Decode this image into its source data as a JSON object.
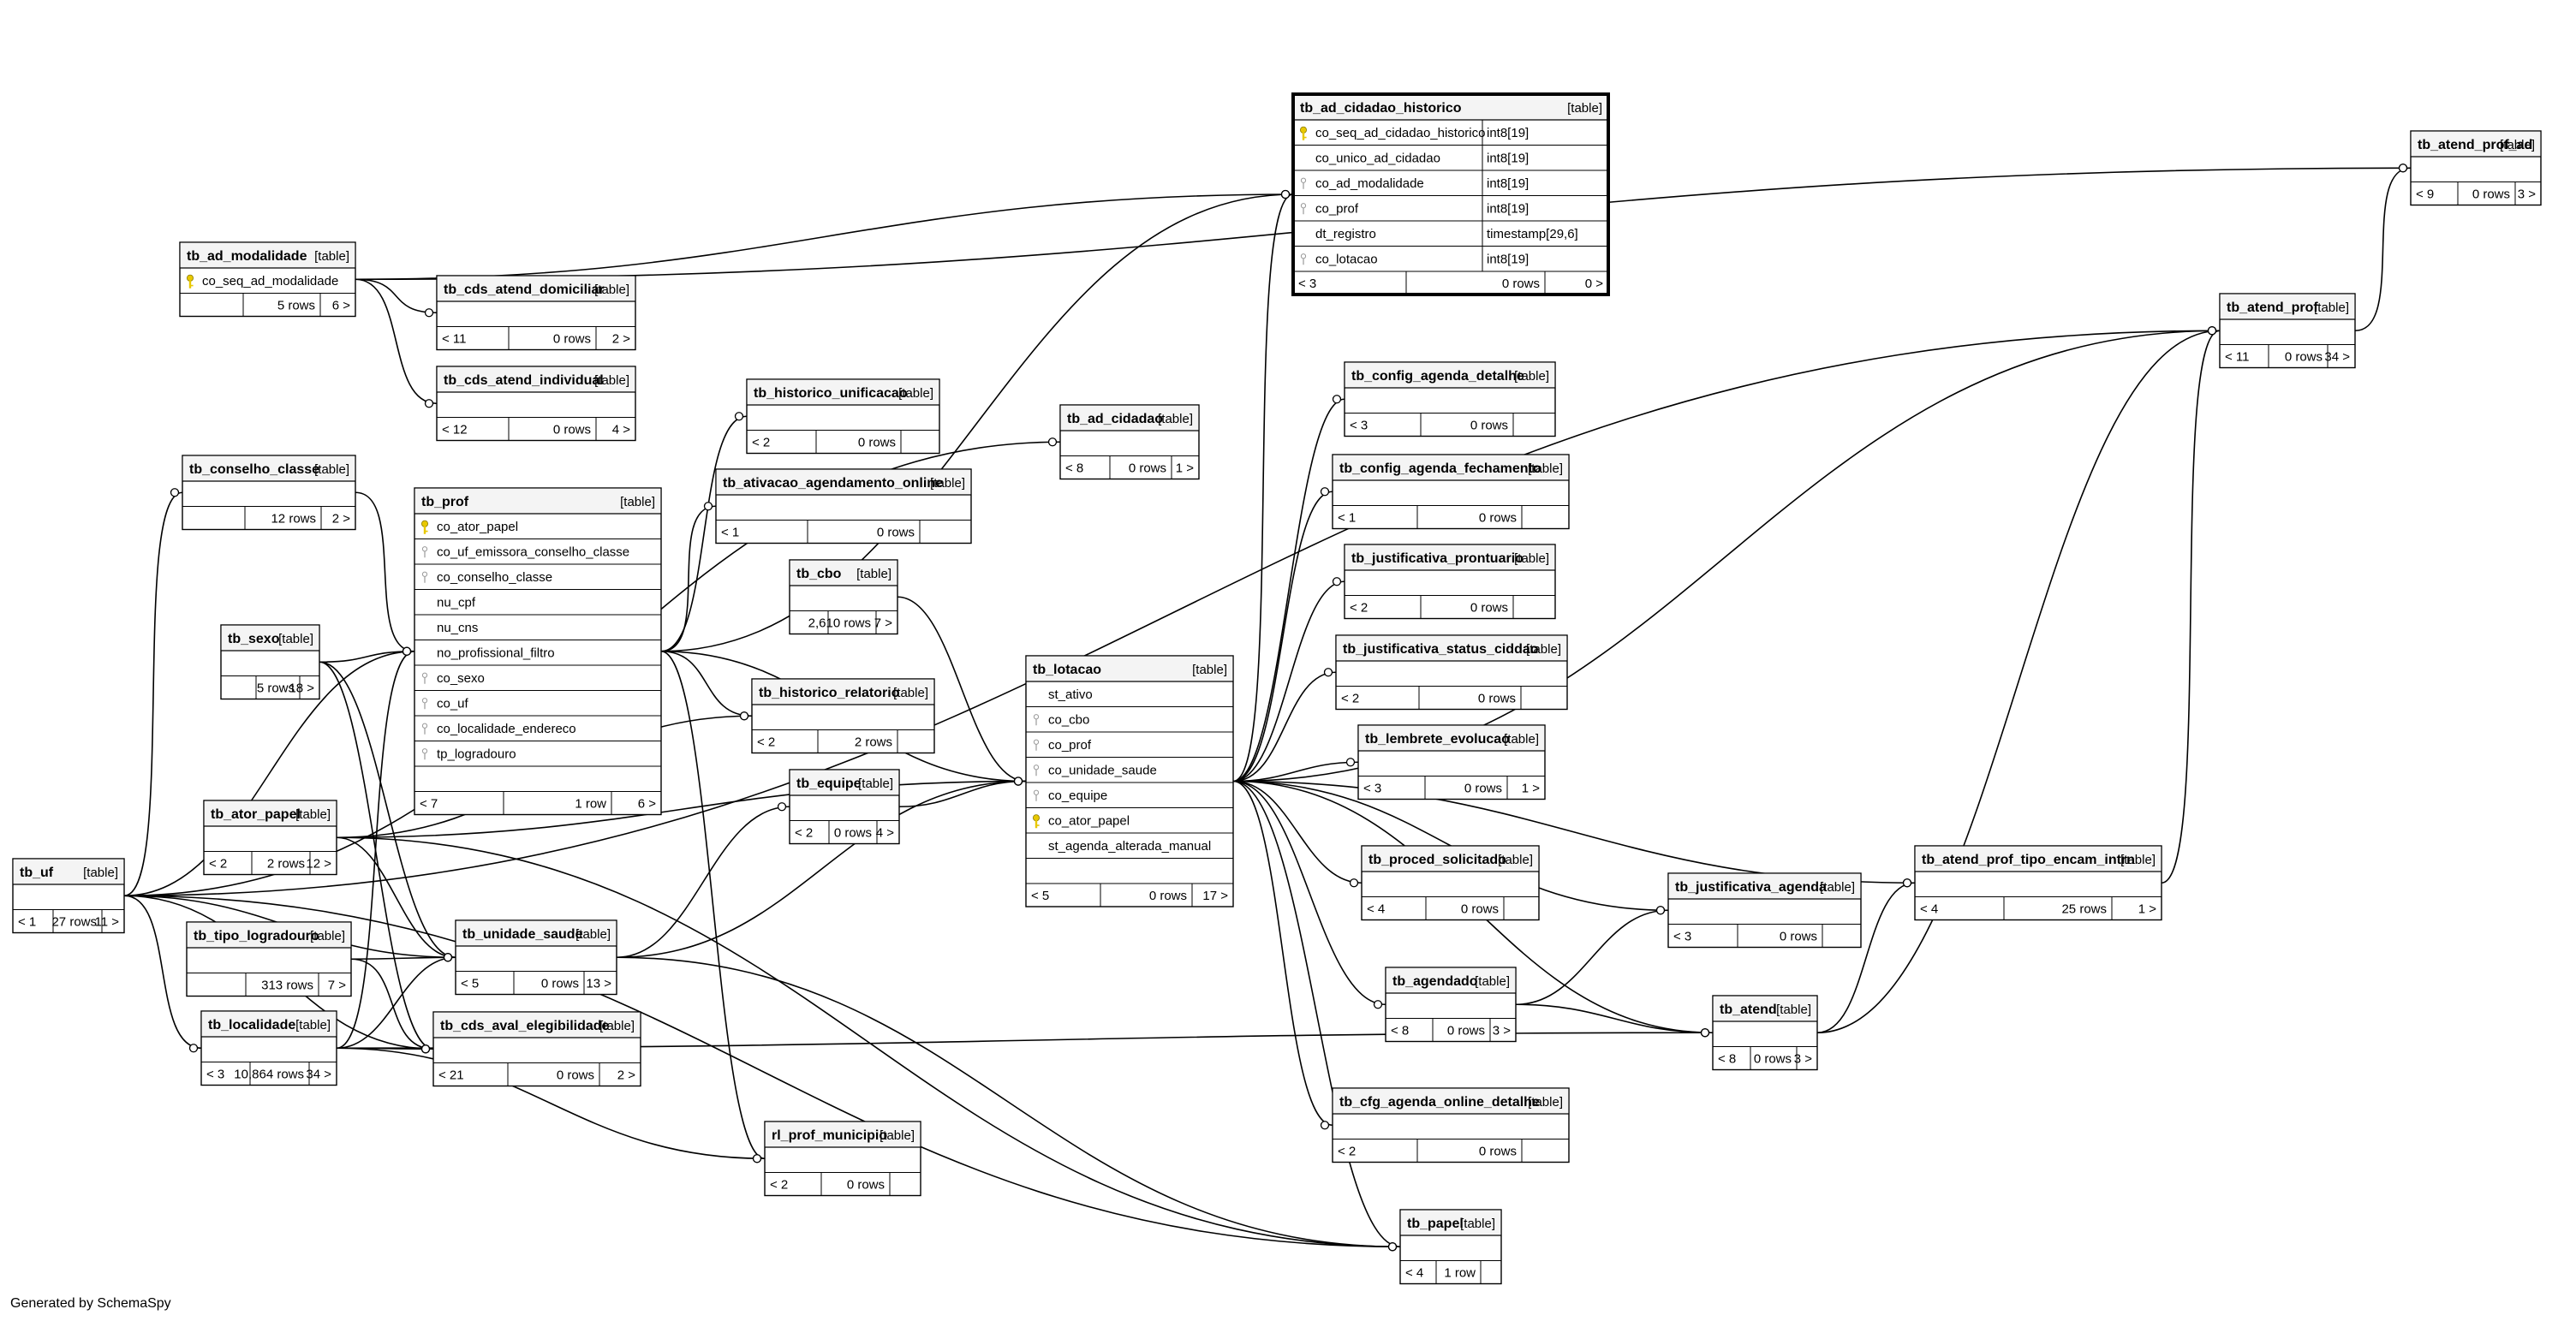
{
  "footer": "Generated by SchemaSpy",
  "tables": [
    {
      "id": "uf",
      "name": "tb_uf",
      "tag": "[table]",
      "cols": [],
      "footer": [
        "< 1",
        "27 rows",
        "11 >"
      ]
    },
    {
      "id": "ad_modalidade",
      "name": "tb_ad_modalidade",
      "tag": "[table]",
      "cols": [
        {
          "n": "co_seq_ad_modalidade",
          "pk": true
        }
      ],
      "footer": [
        "",
        "5 rows",
        "6 >"
      ]
    },
    {
      "id": "conselho_classe",
      "name": "tb_conselho_classe",
      "tag": "[table]",
      "cols": [],
      "footer": [
        "",
        "12 rows",
        "2 >"
      ]
    },
    {
      "id": "sexo",
      "name": "tb_sexo",
      "tag": "[table]",
      "cols": [],
      "footer": [
        "",
        "5 rows",
        "18 >"
      ]
    },
    {
      "id": "ator_papel",
      "name": "tb_ator_papel",
      "tag": "[table]",
      "cols": [],
      "footer": [
        "< 2",
        "2 rows",
        "12 >"
      ]
    },
    {
      "id": "tipo_logradouro",
      "name": "tb_tipo_logradouro",
      "tag": "[table]",
      "cols": [],
      "footer": [
        "",
        "313 rows",
        "7 >"
      ]
    },
    {
      "id": "localidade",
      "name": "tb_localidade",
      "tag": "[table]",
      "cols": [],
      "footer": [
        "< 3",
        "10,864 rows",
        "34 >"
      ]
    },
    {
      "id": "cds_atend_domiciliar",
      "name": "tb_cds_atend_domiciliar",
      "tag": "[table]",
      "cols": [],
      "footer": [
        "< 11",
        "0 rows",
        "2 >"
      ]
    },
    {
      "id": "cds_atend_individual",
      "name": "tb_cds_atend_individual",
      "tag": "[table]",
      "cols": [],
      "footer": [
        "< 12",
        "0 rows",
        "4 >"
      ]
    },
    {
      "id": "prof",
      "name": "tb_prof",
      "tag": "[table]",
      "cols": [
        {
          "n": "co_ator_papel",
          "pk": true
        },
        {
          "n": "co_uf_emissora_conselho_classe",
          "fk": true
        },
        {
          "n": "co_conselho_classe",
          "fk": true
        },
        {
          "n": "nu_cpf"
        },
        {
          "n": "nu_cns"
        },
        {
          "n": "no_profissional_filtro"
        },
        {
          "n": "co_sexo",
          "fk": true
        },
        {
          "n": "co_uf",
          "fk": true
        },
        {
          "n": "co_localidade_endereco",
          "fk": true
        },
        {
          "n": "tp_logradouro",
          "fk": true
        }
      ],
      "footer": [
        "< 7",
        "1 row",
        "6 >"
      ]
    },
    {
      "id": "unidade_saude",
      "name": "tb_unidade_saude",
      "tag": "[table]",
      "cols": [],
      "footer": [
        "< 5",
        "0 rows",
        "13 >"
      ]
    },
    {
      "id": "cds_aval_elegibilidade",
      "name": "tb_cds_aval_elegibilidade",
      "tag": "[table]",
      "cols": [],
      "footer": [
        "< 21",
        "0 rows",
        "2 >"
      ]
    },
    {
      "id": "historico_unificacao",
      "name": "tb_historico_unificacao",
      "tag": "[table]",
      "cols": [],
      "footer": [
        "< 2",
        "0 rows",
        ""
      ]
    },
    {
      "id": "ativacao_agendamento_online",
      "name": "tb_ativacao_agendamento_online",
      "tag": "[table]",
      "cols": [],
      "footer": [
        "< 1",
        "0 rows",
        ""
      ]
    },
    {
      "id": "cbo",
      "name": "tb_cbo",
      "tag": "[table]",
      "cols": [],
      "footer": [
        "",
        "2,610 rows",
        "7 >"
      ]
    },
    {
      "id": "historico_relatorio",
      "name": "tb_historico_relatorio",
      "tag": "[table]",
      "cols": [],
      "footer": [
        "< 2",
        "2 rows",
        ""
      ]
    },
    {
      "id": "equipe",
      "name": "tb_equipe",
      "tag": "[table]",
      "cols": [],
      "footer": [
        "< 2",
        "0 rows",
        "4 >"
      ]
    },
    {
      "id": "prof_municipio",
      "name": "rl_prof_municipio",
      "tag": "[table]",
      "cols": [],
      "footer": [
        "< 2",
        "0 rows",
        ""
      ]
    },
    {
      "id": "ad_cidadao",
      "name": "tb_ad_cidadao",
      "tag": "[table]",
      "cols": [],
      "footer": [
        "< 8",
        "0 rows",
        "1 >"
      ]
    },
    {
      "id": "lotacao",
      "name": "tb_lotacao",
      "tag": "[table]",
      "cols": [
        {
          "n": "st_ativo"
        },
        {
          "n": "co_cbo",
          "fk": true
        },
        {
          "n": "co_prof",
          "fk": true
        },
        {
          "n": "co_unidade_saude",
          "fk": true
        },
        {
          "n": "co_equipe",
          "fk": true
        },
        {
          "n": "co_ator_papel",
          "pk": true
        },
        {
          "n": "st_agenda_alterada_manual"
        }
      ],
      "footer": [
        "< 5",
        "0 rows",
        "17 >"
      ]
    },
    {
      "id": "ad_cidadao_historico",
      "name": "tb_ad_cidadao_historico",
      "tag": "[table]",
      "cols": [
        {
          "n": "co_seq_ad_cidadao_historico",
          "t": "int8[19]",
          "pk": true
        },
        {
          "n": "co_unico_ad_cidadao",
          "t": "int8[19]"
        },
        {
          "n": "co_ad_modalidade",
          "t": "int8[19]",
          "fk": true
        },
        {
          "n": "co_prof",
          "t": "int8[19]",
          "fk": true
        },
        {
          "n": "dt_registro",
          "t": "timestamp[29,6]"
        },
        {
          "n": "co_lotacao",
          "t": "int8[19]",
          "fk": true
        }
      ],
      "footer": [
        "< 3",
        "0 rows",
        "0 >"
      ]
    },
    {
      "id": "config_agenda_detalhe",
      "name": "tb_config_agenda_detalhe",
      "tag": "[table]",
      "cols": [],
      "footer": [
        "< 3",
        "0 rows",
        ""
      ]
    },
    {
      "id": "config_agenda_fechamento",
      "name": "tb_config_agenda_fechamento",
      "tag": "[table]",
      "cols": [],
      "footer": [
        "< 1",
        "0 rows",
        ""
      ]
    },
    {
      "id": "justificativa_prontuario",
      "name": "tb_justificativa_prontuario",
      "tag": "[table]",
      "cols": [],
      "footer": [
        "< 2",
        "0 rows",
        ""
      ]
    },
    {
      "id": "justificativa_status_ciddao",
      "name": "tb_justificativa_status_ciddao",
      "tag": "[table]",
      "cols": [],
      "footer": [
        "< 2",
        "0 rows",
        ""
      ]
    },
    {
      "id": "lembrete_evolucao",
      "name": "tb_lembrete_evolucao",
      "tag": "[table]",
      "cols": [],
      "footer": [
        "< 3",
        "0 rows",
        "1 >"
      ]
    },
    {
      "id": "proced_solicitado",
      "name": "tb_proced_solicitado",
      "tag": "[table]",
      "cols": [],
      "footer": [
        "< 4",
        "0 rows",
        ""
      ]
    },
    {
      "id": "agendado",
      "name": "tb_agendado",
      "tag": "[table]",
      "cols": [],
      "footer": [
        "< 8",
        "0 rows",
        "3 >"
      ]
    },
    {
      "id": "cfg_agenda_online_detalhe",
      "name": "tb_cfg_agenda_online_detalhe",
      "tag": "[table]",
      "cols": [],
      "footer": [
        "< 2",
        "0 rows",
        ""
      ]
    },
    {
      "id": "papel",
      "name": "tb_papel",
      "tag": "[table]",
      "cols": [],
      "footer": [
        "< 4",
        "1 row",
        ""
      ]
    },
    {
      "id": "justificativa_agenda",
      "name": "tb_justificativa_agenda",
      "tag": "[table]",
      "cols": [],
      "footer": [
        "< 3",
        "0 rows",
        ""
      ]
    },
    {
      "id": "atend",
      "name": "tb_atend",
      "tag": "[table]",
      "cols": [],
      "footer": [
        "< 8",
        "0 rows",
        "3 >"
      ]
    },
    {
      "id": "atend_prof_tipo_encam_intrn",
      "name": "tb_atend_prof_tipo_encam_intrn",
      "tag": "[table]",
      "cols": [],
      "footer": [
        "< 4",
        "25 rows",
        "1 >"
      ]
    },
    {
      "id": "atend_prof",
      "name": "tb_atend_prof",
      "tag": "[table]",
      "cols": [],
      "footer": [
        "< 11",
        "0 rows",
        "34 >"
      ]
    },
    {
      "id": "atend_prof_ad",
      "name": "tb_atend_prof_ad",
      "tag": "[table]",
      "cols": [],
      "footer": [
        "< 9",
        "0 rows",
        "3 >"
      ]
    }
  ]
}
